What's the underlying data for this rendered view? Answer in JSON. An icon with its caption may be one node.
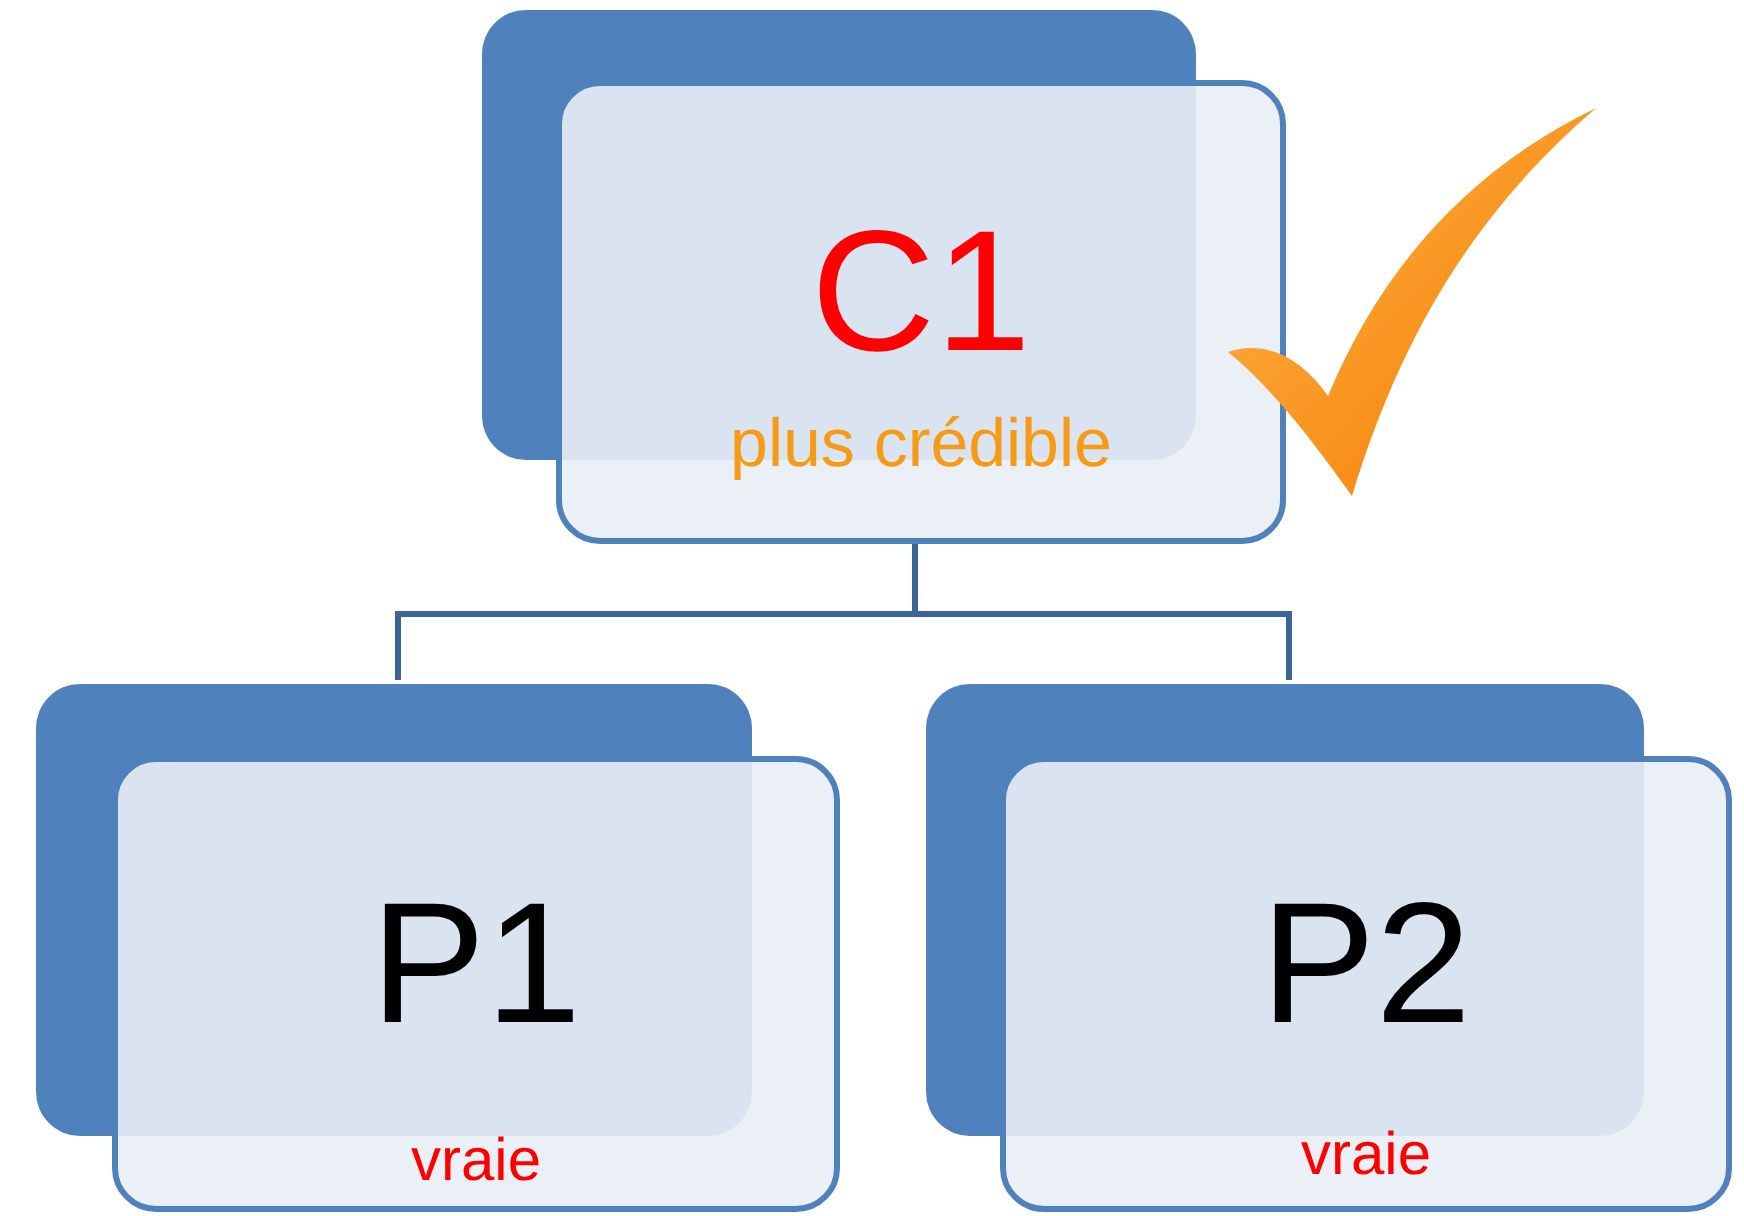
{
  "diagram": {
    "nodes": [
      {
        "text": [
          "C1",
          "plus crédible"
        ]
      },
      {
        "text": [
          "P1",
          "vraie"
        ]
      },
      {
        "text": [
          "P2",
          "vraie"
        ]
      }
    ],
    "edges": [
      {
        "from": 0,
        "to": 1,
        "arrow": "none"
      },
      {
        "from": 0,
        "to": 2,
        "arrow": "none"
      }
    ]
  }
}
